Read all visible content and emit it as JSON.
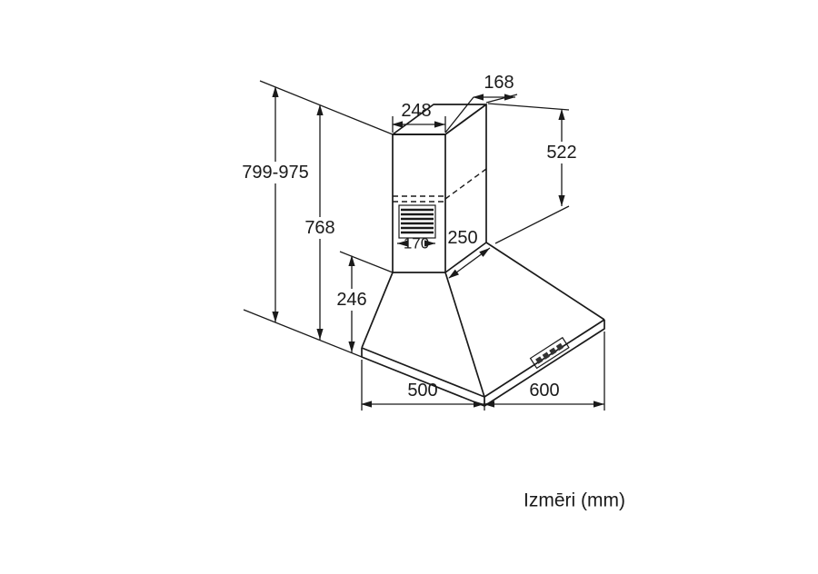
{
  "diagram": {
    "caption": "Izmēri (mm)",
    "dimensions": {
      "total_height_range": "799-975",
      "height_to_hood_bottom": "768",
      "hood_body_height": "246",
      "chimney_width": "248",
      "chimney_depth": "168",
      "chimney_upper_height": "522",
      "chimney_lower_depth": "250",
      "outlet_width": "170",
      "hood_depth": "500",
      "hood_width": "600"
    }
  }
}
